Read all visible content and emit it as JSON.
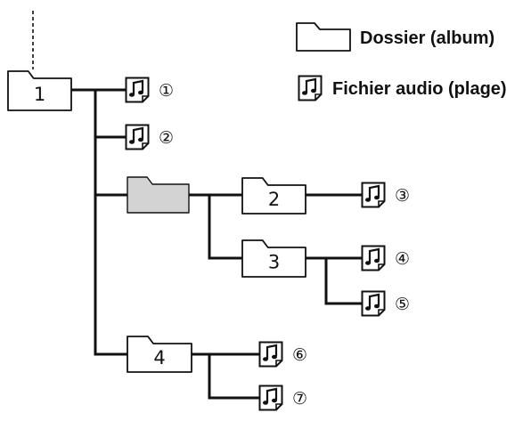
{
  "legend": {
    "folder_label": "Dossier (album)",
    "file_label": "Fichier audio (plage)"
  },
  "folders": [
    {
      "id": "f1",
      "label": "1",
      "highlighted": false
    },
    {
      "id": "fgray",
      "label": "",
      "highlighted": true
    },
    {
      "id": "f2",
      "label": "2",
      "highlighted": false
    },
    {
      "id": "f3",
      "label": "3",
      "highlighted": false
    },
    {
      "id": "f4",
      "label": "4",
      "highlighted": false
    }
  ],
  "tracks": [
    "①",
    "②",
    "③",
    "④",
    "⑤",
    "⑥",
    "⑦"
  ],
  "colors": {
    "line": "#111111",
    "folder_fill": "#ffffff",
    "folder_highlight_fill": "#d3d3d3"
  }
}
